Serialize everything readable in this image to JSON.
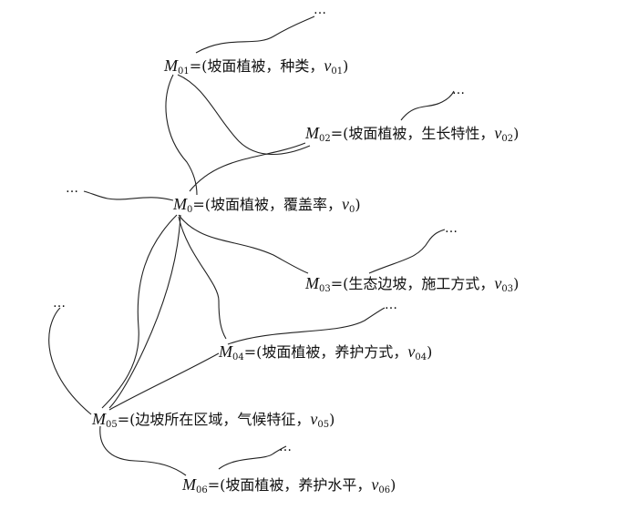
{
  "nodes": {
    "m01": {
      "sym": "M",
      "sub": "01",
      "pre": "=(",
      "text": "坡面植被，种类，",
      "vsym": "v",
      "vsub": "01",
      "post": ")"
    },
    "m02": {
      "sym": "M",
      "sub": "02",
      "pre": "=(",
      "text": "坡面植被，生长特性，",
      "vsym": "v",
      "vsub": "02",
      "post": ")"
    },
    "m0": {
      "sym": "M",
      "sub": "0",
      "pre": "=(",
      "text": "坡面植被，覆盖率，",
      "vsym": "v",
      "vsub": "0",
      "post": ")"
    },
    "m03": {
      "sym": "M",
      "sub": "03",
      "pre": "=(",
      "text": "生态边坡，施工方式，",
      "vsym": "v",
      "vsub": "03",
      "post": ")"
    },
    "m04": {
      "sym": "M",
      "sub": "04",
      "pre": "=(",
      "text": "坡面植被，养护方式，",
      "vsym": "v",
      "vsub": "04",
      "post": ")"
    },
    "m05": {
      "sym": "M",
      "sub": "05",
      "pre": "=(",
      "text": "边坡所在区域，气候特征，",
      "vsym": "v",
      "vsub": "05",
      "post": ")"
    },
    "m06": {
      "sym": "M",
      "sub": "06",
      "pre": "=(",
      "text": "坡面植被，养护水平，",
      "vsym": "v",
      "vsub": "06",
      "post": ")"
    }
  },
  "ellipsis": "…"
}
